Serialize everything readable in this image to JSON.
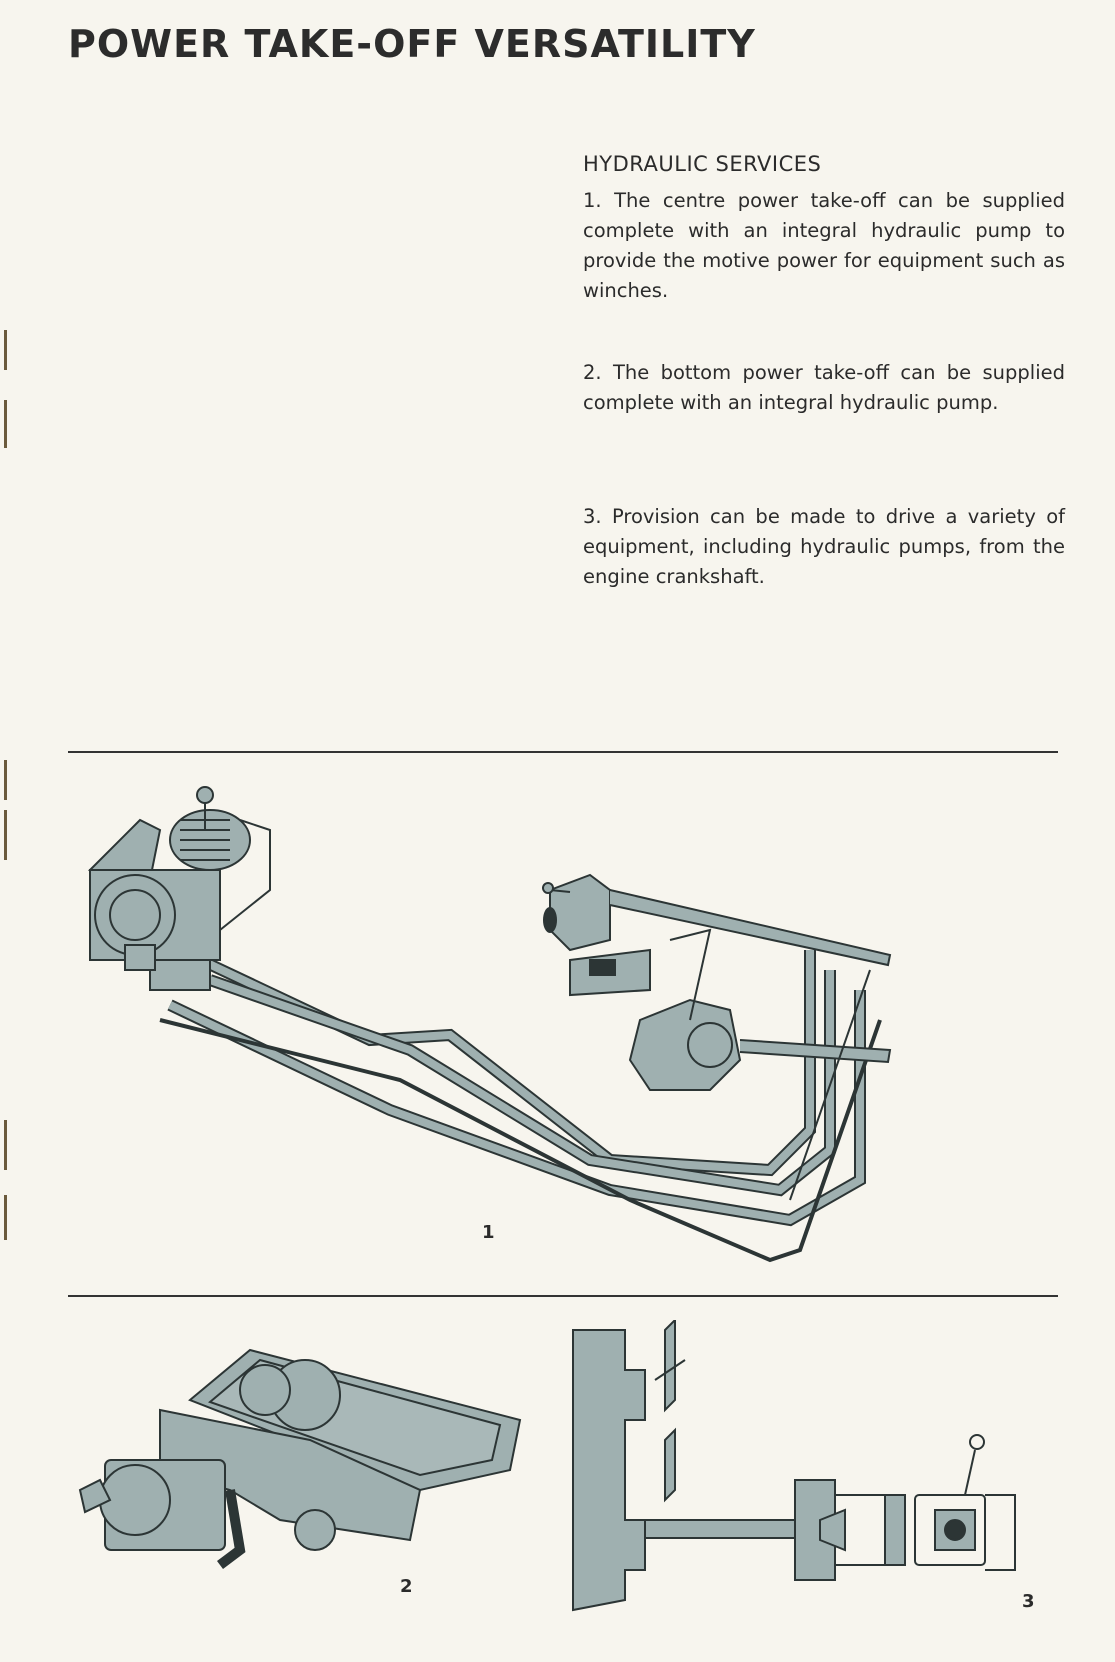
{
  "title": "POWER TAKE-OFF VERSATILITY",
  "section": {
    "heading": "HYDRAULIC SERVICES",
    "paragraphs": [
      "1. The centre power take-off can be supplied complete with an integral hydraulic pump to provide the motive power for equipment such as winches.",
      "2. The bottom power take-off can be supplied complete with an integral hydraulic pump.",
      "3. Provision can be made to drive a variety of equipment, including hydraulic pumps, from the engine crankshaft."
    ]
  },
  "figures": {
    "fig1_label": "1",
    "fig2_label": "2",
    "fig3_label": "3"
  },
  "colors": {
    "paper": "#f7f5ee",
    "ink": "#2b2b2b",
    "illustration_fill": "#9fb0b0"
  }
}
